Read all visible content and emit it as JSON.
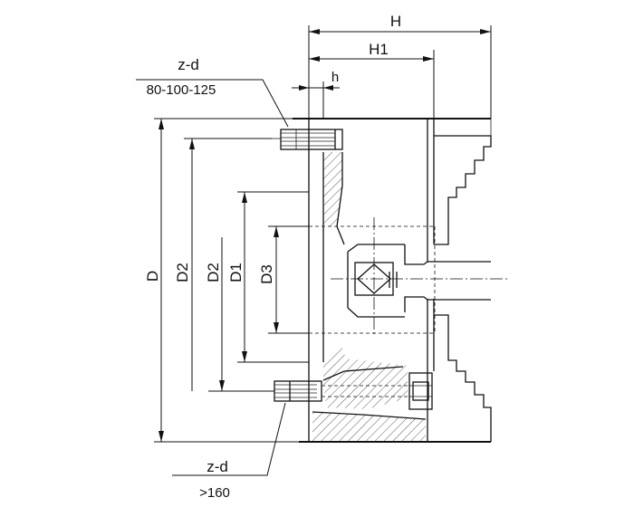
{
  "labels": {
    "H": "H",
    "H1": "H1",
    "h": "h",
    "zd_top": "z-d",
    "zd_top_values": "80-100-125",
    "zd_bottom": "z-d",
    "zd_bottom_values": ">160",
    "D": "D",
    "D2_outer": "D2",
    "D2_inner": "D2",
    "D1": "D1",
    "D3": "D3"
  }
}
